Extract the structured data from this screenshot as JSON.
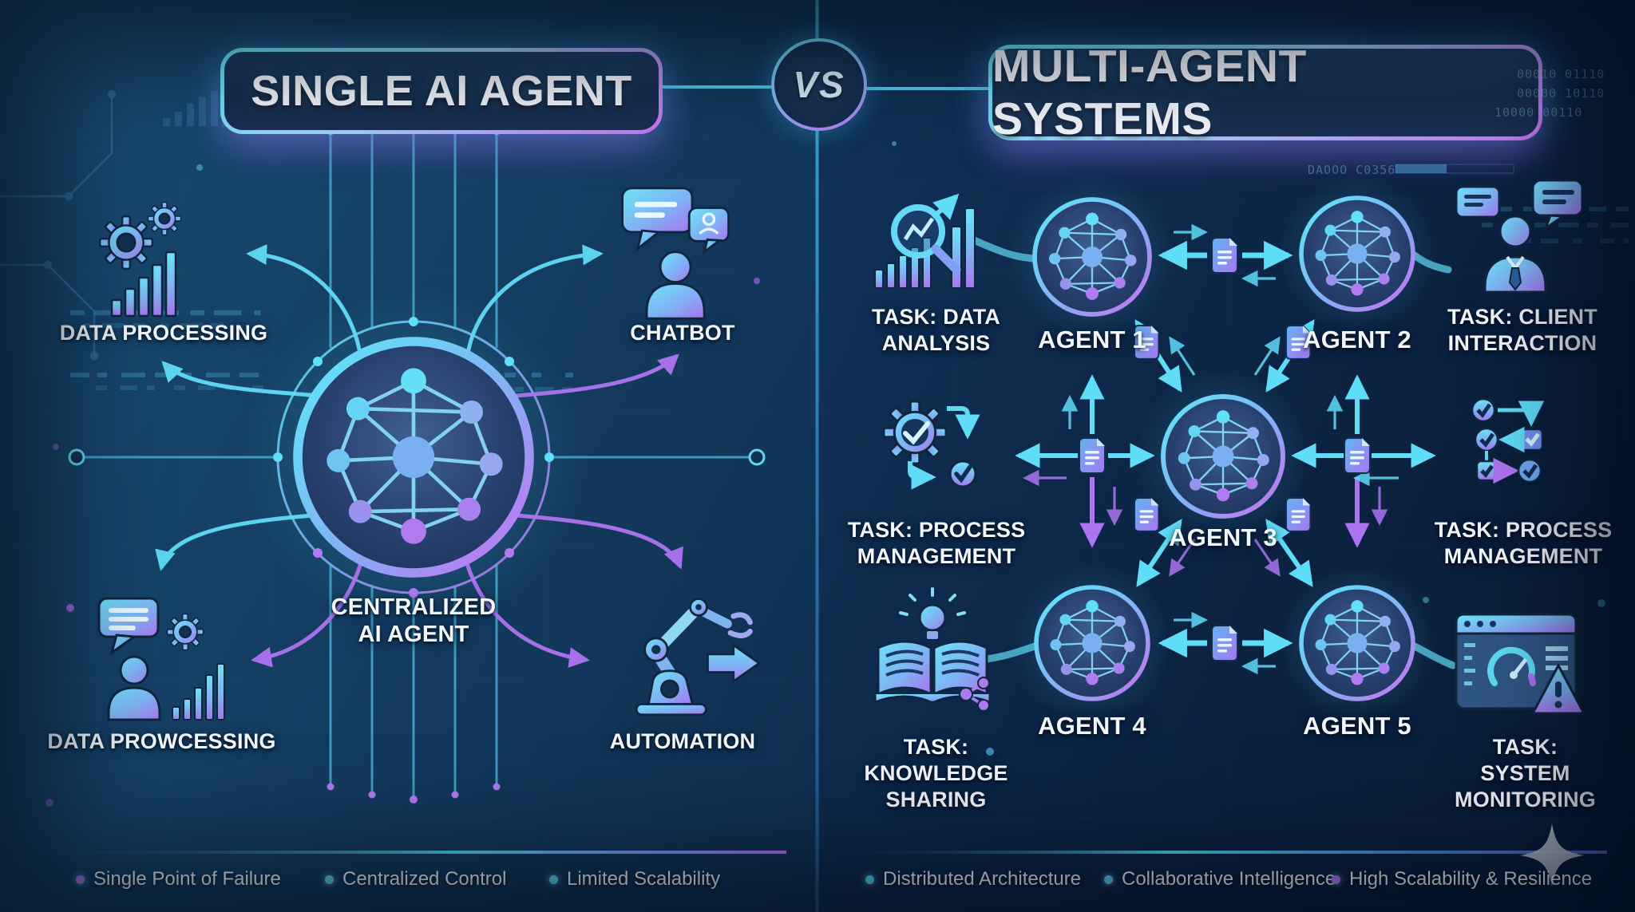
{
  "header": {
    "left_title": "SINGLE AI AGENT",
    "vs_label": "VS",
    "right_title": "MULTI-AGENT SYSTEMS"
  },
  "left_panel": {
    "center_label": "CENTRALIZED\nAI AGENT",
    "items": [
      {
        "id": "data-processing",
        "label": "DATA PROCESSING"
      },
      {
        "id": "chatbot",
        "label": "CHATBOT"
      },
      {
        "id": "data-prowcessing",
        "label": "DATA PROWCESSING"
      },
      {
        "id": "automation",
        "label": "AUTOMATION"
      }
    ],
    "footer": [
      {
        "label": "Single Point of Failure",
        "bullet_color": "#b57bf2"
      },
      {
        "label": "Centralized Control",
        "bullet_color": "#5ad2f0"
      },
      {
        "label": "Limited Scalability",
        "bullet_color": "#5ad2f0"
      }
    ]
  },
  "right_panel": {
    "agents": [
      {
        "label": "AGENT 1"
      },
      {
        "label": "AGENT 2"
      },
      {
        "label": "AGENT 3"
      },
      {
        "label": "AGENT 4"
      },
      {
        "label": "AGENT 5"
      }
    ],
    "tasks": [
      {
        "id": "data-analysis",
        "label": "TASK: DATA\nANALYSIS"
      },
      {
        "id": "client-interaction",
        "label": "TASK: CLIENT\nINTERACTION"
      },
      {
        "id": "process-management-left",
        "label": "TASK: PROCESS\nMANAGEMENT"
      },
      {
        "id": "process-management-right",
        "label": "TASK: PROCESS\nMANAGEMENT"
      },
      {
        "id": "knowledge-sharing",
        "label": "TASK:\nKNOWLEDGE\nSHARING"
      },
      {
        "id": "system-monitoring",
        "label": "TASK:\nSYSTEM\nMONITORING"
      }
    ],
    "footer": [
      {
        "label": "Distributed Architecture",
        "bullet_color": "#5ad2f0"
      },
      {
        "label": "Collaborative Intelligence",
        "bullet_color": "#5ad2f0"
      },
      {
        "label": "High Scalability & Resilience",
        "bullet_color": "#b57bf2"
      }
    ]
  },
  "decor": {
    "code_lines": [
      "00010 01110",
      "00000 10110",
      "10000 00110",
      "DAOOO C0356"
    ]
  },
  "colors": {
    "cyan": "#5fdcf6",
    "purple": "#ad74f2",
    "background_left": "#154064",
    "background_right": "#0c2444"
  }
}
